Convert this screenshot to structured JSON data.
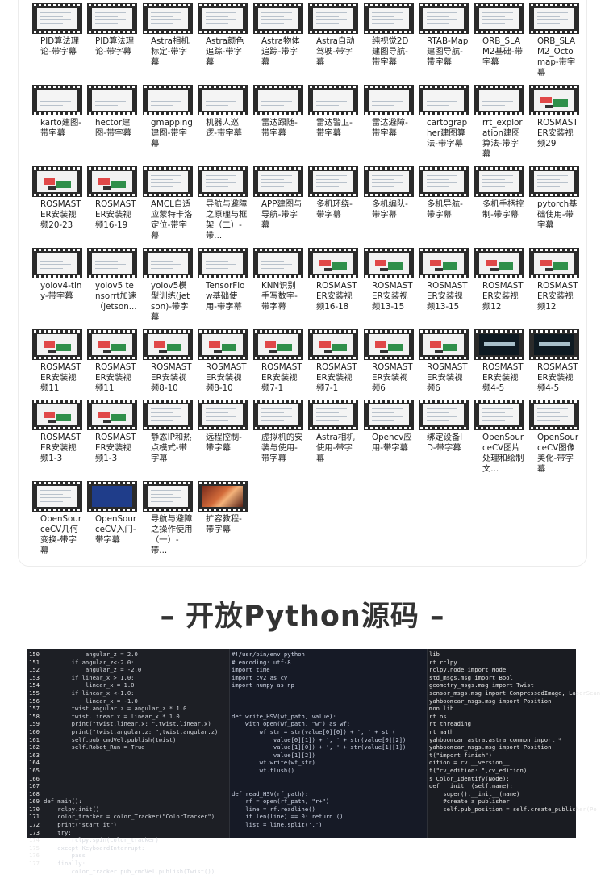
{
  "tiles": [
    {
      "label": "PID算法理论-带字幕",
      "kind": "doc"
    },
    {
      "label": "PID算法理论-带字幕",
      "kind": "doc"
    },
    {
      "label": "Astra相机标定-带字幕",
      "kind": "doc"
    },
    {
      "label": "Astra颜色追踪-带字幕",
      "kind": "doc"
    },
    {
      "label": "Astra物体追踪-带字幕",
      "kind": "doc"
    },
    {
      "label": "Astra自动驾驶-带字幕",
      "kind": "doc"
    },
    {
      "label": "纯视觉2D建图导航-带字幕",
      "kind": "doc"
    },
    {
      "label": "RTAB-Map建图导航-带字幕",
      "kind": "doc"
    },
    {
      "label": "ORB_SLAM2基础-带字幕",
      "kind": "doc"
    },
    {
      "label": "ORB_SLAM2_Octomap-带字幕",
      "kind": "doc"
    },
    {
      "label": "karto建图-带字幕",
      "kind": "doc"
    },
    {
      "label": "hector建图-带字幕",
      "kind": "doc"
    },
    {
      "label": "gmapping建图-带字幕",
      "kind": "doc"
    },
    {
      "label": "机器人巡逻-带字幕",
      "kind": "doc"
    },
    {
      "label": "雷达跟随-带字幕",
      "kind": "doc"
    },
    {
      "label": "雷达警卫-带字幕",
      "kind": "doc"
    },
    {
      "label": "雷达避障-带字幕",
      "kind": "doc"
    },
    {
      "label": "cartographer建图算法-带字幕",
      "kind": "doc"
    },
    {
      "label": "rrt_exploration建图算法-带字幕",
      "kind": "doc"
    },
    {
      "label": "ROSMASTER安装视频29",
      "kind": "robot"
    },
    {
      "label": "ROSMASTER安装视频20-23",
      "kind": "robot"
    },
    {
      "label": "ROSMASTER安装视频16-19",
      "kind": "robot"
    },
    {
      "label": "AMCL自适应蒙特卡洛定位-带字幕",
      "kind": "doc"
    },
    {
      "label": "导航与避障之原理与框架（二）-带...",
      "kind": "doc"
    },
    {
      "label": "APP建图与导航-带字幕",
      "kind": "doc"
    },
    {
      "label": "多机环绕-带字幕",
      "kind": "doc"
    },
    {
      "label": "多机编队-带字幕",
      "kind": "doc"
    },
    {
      "label": "多机导航-带字幕",
      "kind": "doc"
    },
    {
      "label": "多机手柄控制-带字幕",
      "kind": "doc"
    },
    {
      "label": "pytorch基础使用-带字幕",
      "kind": "doc"
    },
    {
      "label": "yolov4-tiny-带字幕",
      "kind": "doc"
    },
    {
      "label": "yolov5 tensorrt加速（jetson...",
      "kind": "doc"
    },
    {
      "label": "yolov5模型训练(jetson)-带字幕",
      "kind": "doc"
    },
    {
      "label": "TensorFlow基础使用-带字幕",
      "kind": "doc"
    },
    {
      "label": "KNN识别手写数字-带字幕",
      "kind": "doc"
    },
    {
      "label": "ROSMASTER安装视频16-18",
      "kind": "robot"
    },
    {
      "label": "ROSMASTER安装视频13-15",
      "kind": "robot"
    },
    {
      "label": "ROSMASTER安装视频13-15",
      "kind": "robot"
    },
    {
      "label": "ROSMASTER安装视频12",
      "kind": "robot"
    },
    {
      "label": "ROSMASTER安装视频12",
      "kind": "robot"
    },
    {
      "label": "ROSMASTER安装视频11",
      "kind": "robot"
    },
    {
      "label": "ROSMASTER安装视频11",
      "kind": "robot"
    },
    {
      "label": "ROSMASTER安装视频8-10",
      "kind": "robot"
    },
    {
      "label": "ROSMASTER安装视频8-10",
      "kind": "robot"
    },
    {
      "label": "ROSMASTER安装视频7-1",
      "kind": "robot"
    },
    {
      "label": "ROSMASTER安装视频7-1",
      "kind": "robot"
    },
    {
      "label": "ROSMASTER安装视频6",
      "kind": "robot"
    },
    {
      "label": "ROSMASTER安装视频6",
      "kind": "robot"
    },
    {
      "label": "ROSMASTER安装视频4-5",
      "kind": "dark"
    },
    {
      "label": "ROSMASTER安装视频4-5",
      "kind": "dark"
    },
    {
      "label": "ROSMASTER安装视频1-3",
      "kind": "robot"
    },
    {
      "label": "ROSMASTER安装视频1-3",
      "kind": "robot"
    },
    {
      "label": "静态IP和热点模式-带字幕",
      "kind": "doc"
    },
    {
      "label": "远程控制-带字幕",
      "kind": "doc"
    },
    {
      "label": "虚拟机的安装与使用-带字幕",
      "kind": "doc"
    },
    {
      "label": "Astra相机使用-带字幕",
      "kind": "doc"
    },
    {
      "label": "Opencv应用-带字幕",
      "kind": "doc"
    },
    {
      "label": "绑定设备ID-带字幕",
      "kind": "doc"
    },
    {
      "label": "OpenSourceCV图片处理和绘制文...",
      "kind": "doc"
    },
    {
      "label": "OpenSourceCV图像美化-带字幕",
      "kind": "doc"
    },
    {
      "label": "OpenSourceCV几何变换-带字幕",
      "kind": "doc"
    },
    {
      "label": "OpenSourceCV入门-带字幕",
      "kind": "blue"
    },
    {
      "label": "导航与避障之操作使用（一）-带...",
      "kind": "doc"
    },
    {
      "label": "扩容教程-带字幕",
      "kind": "pic"
    }
  ],
  "section_heading": "– 开放Python源码 –",
  "code": {
    "left_gutter": "150\n151\n152\n153\n154\n155\n156\n157\n158\n159\n160\n161\n162\n163\n164\n165\n166\n167\n168\n169\n170\n171\n172\n173\n174\n175\n176\n177",
    "left_code": "            angular_z = 2.0\n        if angular_z<-2.0:\n            angular_z = -2.0\n        if linear_x > 1.0:\n            linear_x = 1.0\n        if linear_x <-1.0:\n            linear_x = -1.0\n        twist.angular.z = angular_z * 1.0\n        twist.linear.x = linear_x * 1.0\n        print(\"twist.linear.x: \",twist.linear.x)\n        print(\"twist.angular.z: \",twist.angular.z)\n        self.pub_cmdVel.publish(twist)\n        self.Robot_Run = True\n\n\n\n\n\n\ndef main():\n    rclpy.init()\n    color_tracker = color_Tracker(\"ColorTracker\")\n    print(\"start it\")\n    try:\n        rclpy.spin(color_tracker)\n    except KeyboardInterrupt:\n        pass\n    finally:\n        color_tracker.pub_cmdVel.publish(Twist())",
    "mid_code": "#!/usr/bin/env python\n# encoding: utf-8\nimport time\nimport cv2 as cv\nimport numpy as np\n\n\n\ndef write_HSV(wf_path, value):\n    with open(wf_path, \"w\") as wf:\n        wf_str = str(value[0][0]) + ', ' + str(\n            value[0][1]) + ', ' + str(value[0][2])\n            value[1][0]) + ', ' + str(value[1][1])\n            value[1][2])\n        wf.write(wf_str)\n        wf.flush()\n\n\ndef read_HSV(rf_path):\n    rf = open(rf_path, \"r+\")\n    line = rf.readline()\n    if len(line) == 0: return ()\n    list = line.split(',')",
    "right_code": "lib\nrt rclpy\nrclpy.node import Node\nstd_msgs.msg import Bool\ngeometry_msgs.msg import Twist\nsensor_msgs.msg import CompressedImage, LaserScan\nyahboomcar_msgs.msg import Position\nmon lib\nrt os\nrt threading\nrt math\nyahboomcar_astra.astra_common import *\nyahboomcar_msgs.msg import Position\nt(\"import finish\")\ndition = cv.__version__\nt(\"cv_edition: \",cv_edition)\ns Color_Identify(Node):\ndef __init__(self,name):\n    super().__init__(name)\n    #create a publisher\n    self.pub_position = self.create_publisher(Po"
  }
}
